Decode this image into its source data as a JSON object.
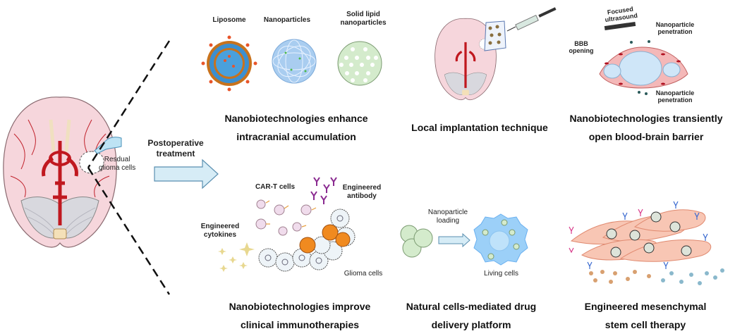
{
  "left": {
    "residual_label_line1": "Resdual",
    "residual_label_line2": "glioma cells",
    "arrow_label_line1": "Postoperative",
    "arrow_label_line2": "treatment"
  },
  "panels": {
    "nano": {
      "liposome": "Liposome",
      "nanoparticles": "Nanoparticles",
      "sln_line1": "Solid lipid",
      "sln_line2": "nanoparticles",
      "caption_line1": "Nanobiotechnologies enhance",
      "caption_line2": "intracranial accumulation"
    },
    "implant": {
      "caption_line1": "Local implantation technique"
    },
    "bbb": {
      "focused_line1": "Focused",
      "focused_line2": "ultrasound",
      "bbb_line1": "BBB",
      "bbb_line2": "opening",
      "np_top_line1": "Nanoparticle",
      "np_top_line2": "penetration",
      "np_bottom_line1": "Nanoparticle",
      "np_bottom_line2": "penetration",
      "caption_line1": "Nanobiotechnologies transiently",
      "caption_line2": "open blood-brain barrier"
    },
    "immuno": {
      "cart": "CAR-T cells",
      "antibody_line1": "Engineered",
      "antibody_line2": "antibody",
      "cytokines_line1": "Engineered",
      "cytokines_line2": "cytokines",
      "glioma": "Glioma cells",
      "caption_line1": "Nanobiotechnologies improve",
      "caption_line2": "clinical immunotherapies"
    },
    "cells": {
      "loading_line1": "Nanoparticle",
      "loading_line2": "loading",
      "living": "Living cells",
      "caption_line1": "Natural cells-mediated drug",
      "caption_line2": "delivery platform"
    },
    "msc": {
      "caption_line1": "Engineered mesenchymal",
      "caption_line2": "stem cell therapy"
    }
  }
}
